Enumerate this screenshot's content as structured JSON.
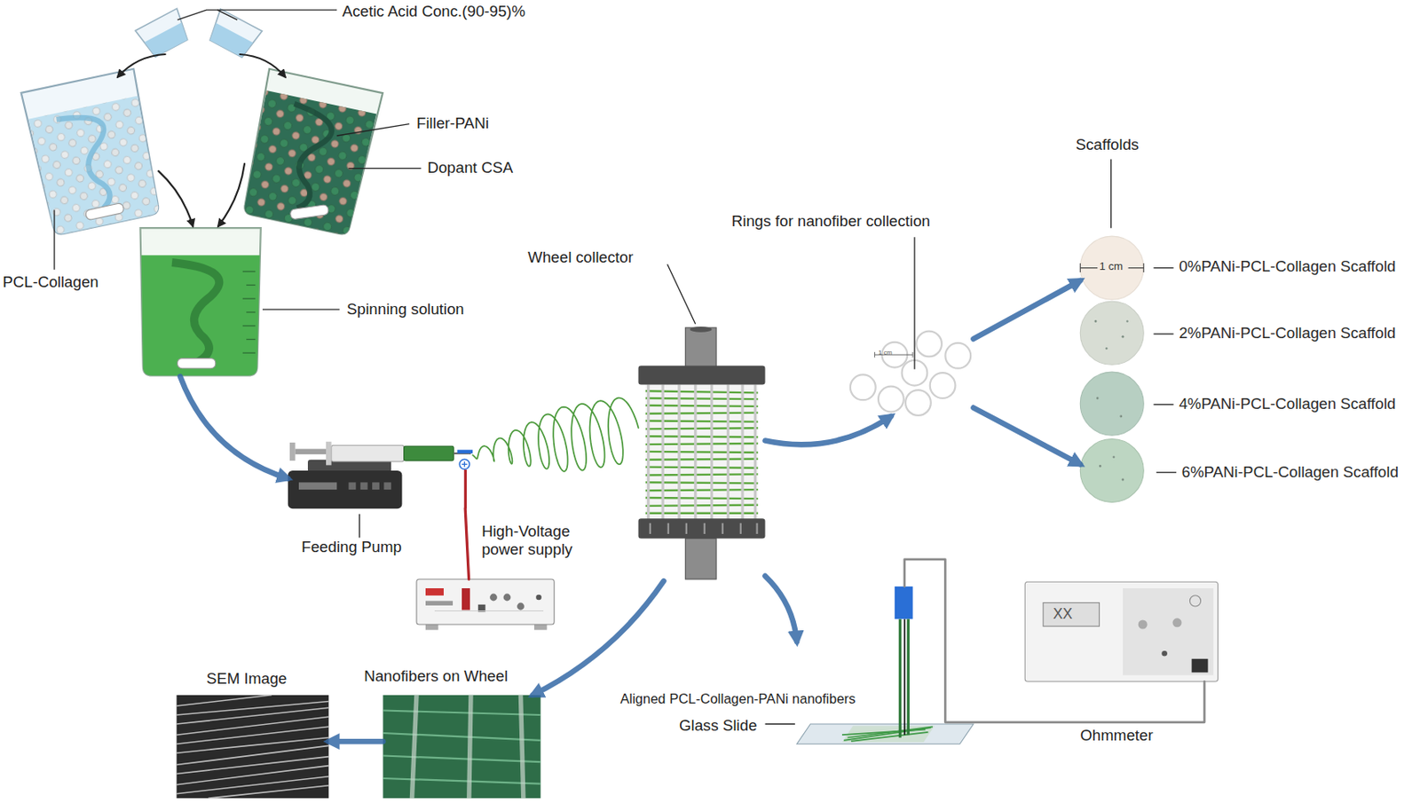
{
  "diagram": {
    "nodes": [
      {
        "text": [
          "Acetic Acid Conc.(90-95)%"
        ]
      },
      {
        "text": [
          "PCL-Collagen"
        ]
      },
      {
        "text": [
          "Filler-PANi",
          "Dopant CSA"
        ]
      },
      {
        "text": [
          "Spinning solution"
        ]
      },
      {
        "text": [
          "Feeding Pump"
        ]
      },
      {
        "text": [
          "High-Voltage power supply"
        ]
      },
      {
        "text": [
          "Wheel collector"
        ]
      },
      {
        "text": [
          "Rings for nanofiber collection",
          "1 cm"
        ]
      },
      {
        "text": [
          "1 cm",
          "0%PANi-PCL-Collagen Scaffold"
        ]
      },
      {
        "text": [
          "2%PANi-PCL-Collagen Scaffold"
        ]
      },
      {
        "text": [
          "4%PANi-PCL-Collagen Scaffold"
        ]
      },
      {
        "text": [
          "6%PANi-PCL-Collagen Scaffold"
        ]
      },
      {
        "text": [
          "Nanofibers on Wheel"
        ]
      },
      {
        "text": [
          "SEM Image"
        ]
      },
      {
        "text": [
          "Aligned PCL-Collagen-PANi nanofibers",
          "Glass Slide"
        ]
      },
      {
        "text": [
          "XX",
          "Ohmmeter"
        ]
      }
    ],
    "edges": [
      {
        "from": 0,
        "to": 1,
        "arrow": "to"
      },
      {
        "from": 0,
        "to": 2,
        "arrow": "to"
      },
      {
        "from": 1,
        "to": 3,
        "arrow": "to"
      },
      {
        "from": 2,
        "to": 3,
        "arrow": "to"
      },
      {
        "from": 3,
        "to": 4,
        "arrow": "to"
      },
      {
        "from": 5,
        "to": 4,
        "arrow": "none"
      },
      {
        "from": 4,
        "to": 6,
        "arrow": "none"
      },
      {
        "from": 6,
        "to": 7,
        "arrow": "to"
      },
      {
        "from": 7,
        "to": 8,
        "arrow": "to"
      },
      {
        "from": 7,
        "to": 11,
        "arrow": "to"
      },
      {
        "from": 6,
        "to": 12,
        "arrow": "to"
      },
      {
        "from": 12,
        "to": 13,
        "arrow": "to"
      },
      {
        "from": 6,
        "to": 14,
        "arrow": "to"
      },
      {
        "from": 14,
        "to": 15,
        "arrow": "none"
      }
    ],
    "labels": [
      "Scaffolds"
    ]
  }
}
